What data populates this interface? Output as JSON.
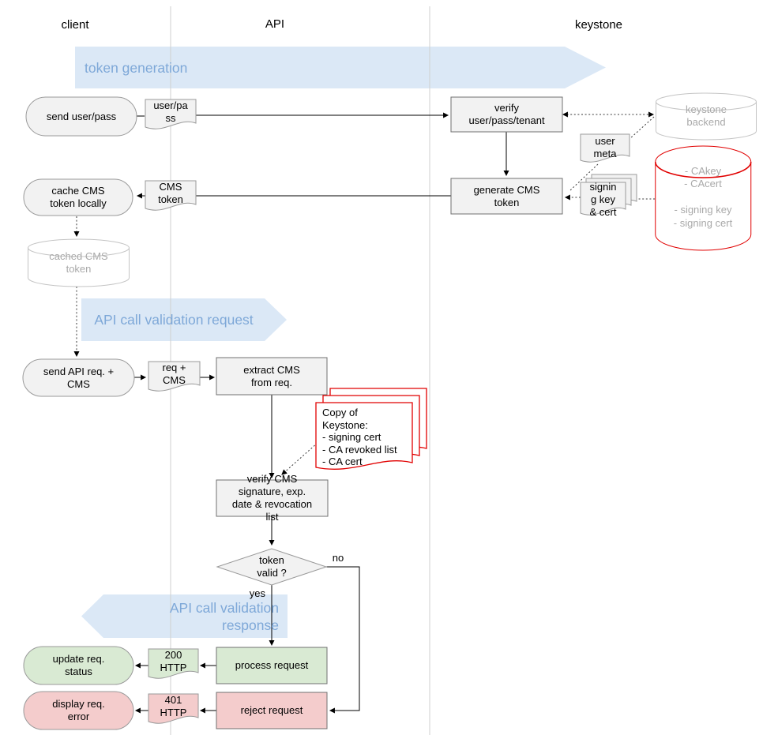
{
  "lanes": {
    "client": "client",
    "api": "API",
    "keystone": "keystone"
  },
  "banners": {
    "token_generation": "token generation",
    "validation_request": "API call validation request",
    "validation_response": "API call validation\nresponse"
  },
  "nodes": {
    "send_user_pass": "send user/pass",
    "user_pass_doc": "user/pa\nss",
    "verify_box": "verify\nuser/pass/tenant",
    "keystone_backend": "keystone\nbackend",
    "user_meta_doc": "user\nmeta",
    "ca_store": "- CAkey\n- CAcert\n\n- signing key\n- signing cert",
    "signing_docs": "signin\ng key\n& cert",
    "generate_box": "generate CMS\ntoken",
    "cms_token_doc": "CMS\ntoken",
    "cache_stadium": "cache CMS\ntoken locally",
    "cached_cylinder": "cached CMS\ntoken",
    "send_api_stadium": "send API req. +\nCMS",
    "req_cms_doc": "req +\nCMS",
    "extract_box": "extract CMS\nfrom req.",
    "copy_docs": "Copy of\nKeystone:\n- signing cert\n- CA revoked list\n- CA cert",
    "verify_cms_box": "verify CMS\nsignature, exp.\ndate & revocation\nlist",
    "token_valid_diamond": "token\nvalid ?",
    "process_box": "process request",
    "http200_doc": "200\nHTTP",
    "update_stadium": "update req.\nstatus",
    "reject_box": "reject request",
    "http401_doc": "401\nHTTP",
    "display_stadium": "display req.\nerror"
  },
  "edge_labels": {
    "yes": "yes",
    "no": "no"
  },
  "colors": {
    "banner_bg": "#dbe8f6",
    "banner_text": "#7ea8d8",
    "shape_gray": "#f2f2f2",
    "green_fill": "#d9ead3",
    "red_fill": "#f4cccc",
    "accent_red": "#e10000",
    "muted_text": "#a9a9a9",
    "lane_line": "#cfcfcf",
    "rect_border": "#707070",
    "soft_border": "#9a9a9a",
    "cyl_border": "#c4c4c4"
  }
}
